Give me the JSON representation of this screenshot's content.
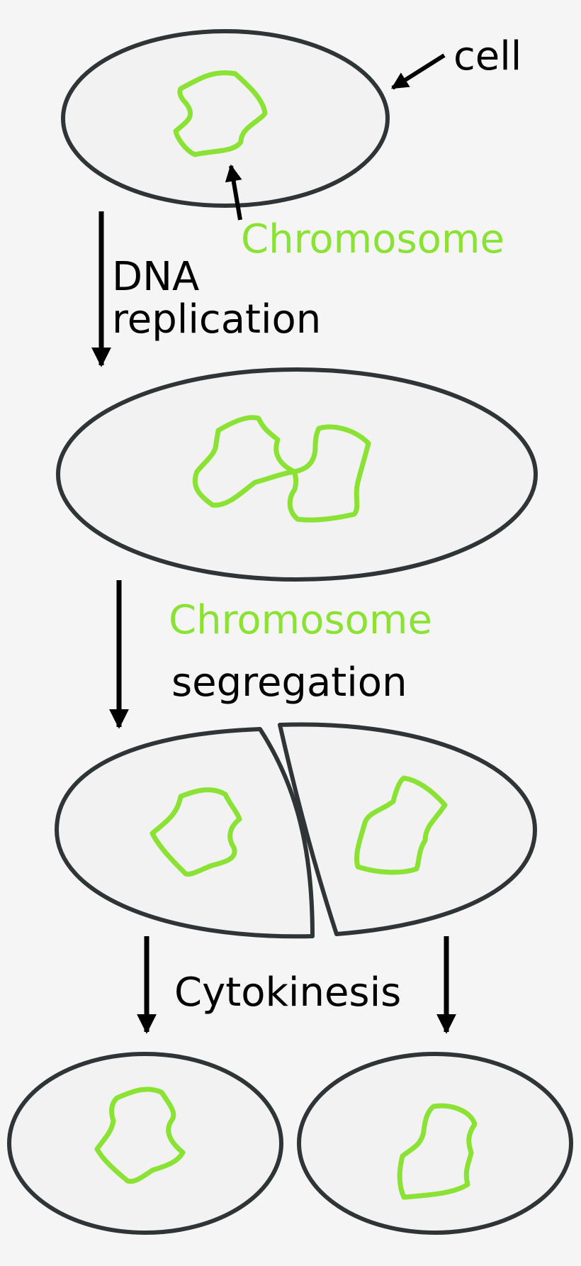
{
  "labels": {
    "cell": "cell",
    "chromosome_top": "Chromosome",
    "dna": "DNA",
    "replication": "replication",
    "chromosome_mid": "Chromosome",
    "segregation": "segregation",
    "cytokinesis": "Cytokinesis"
  },
  "colors": {
    "background": "#f5f5f5",
    "cell_fill": "#f2f2f2",
    "cell_outline": "#2f3436",
    "chromosome": "#8ae234",
    "text": "#000000"
  }
}
